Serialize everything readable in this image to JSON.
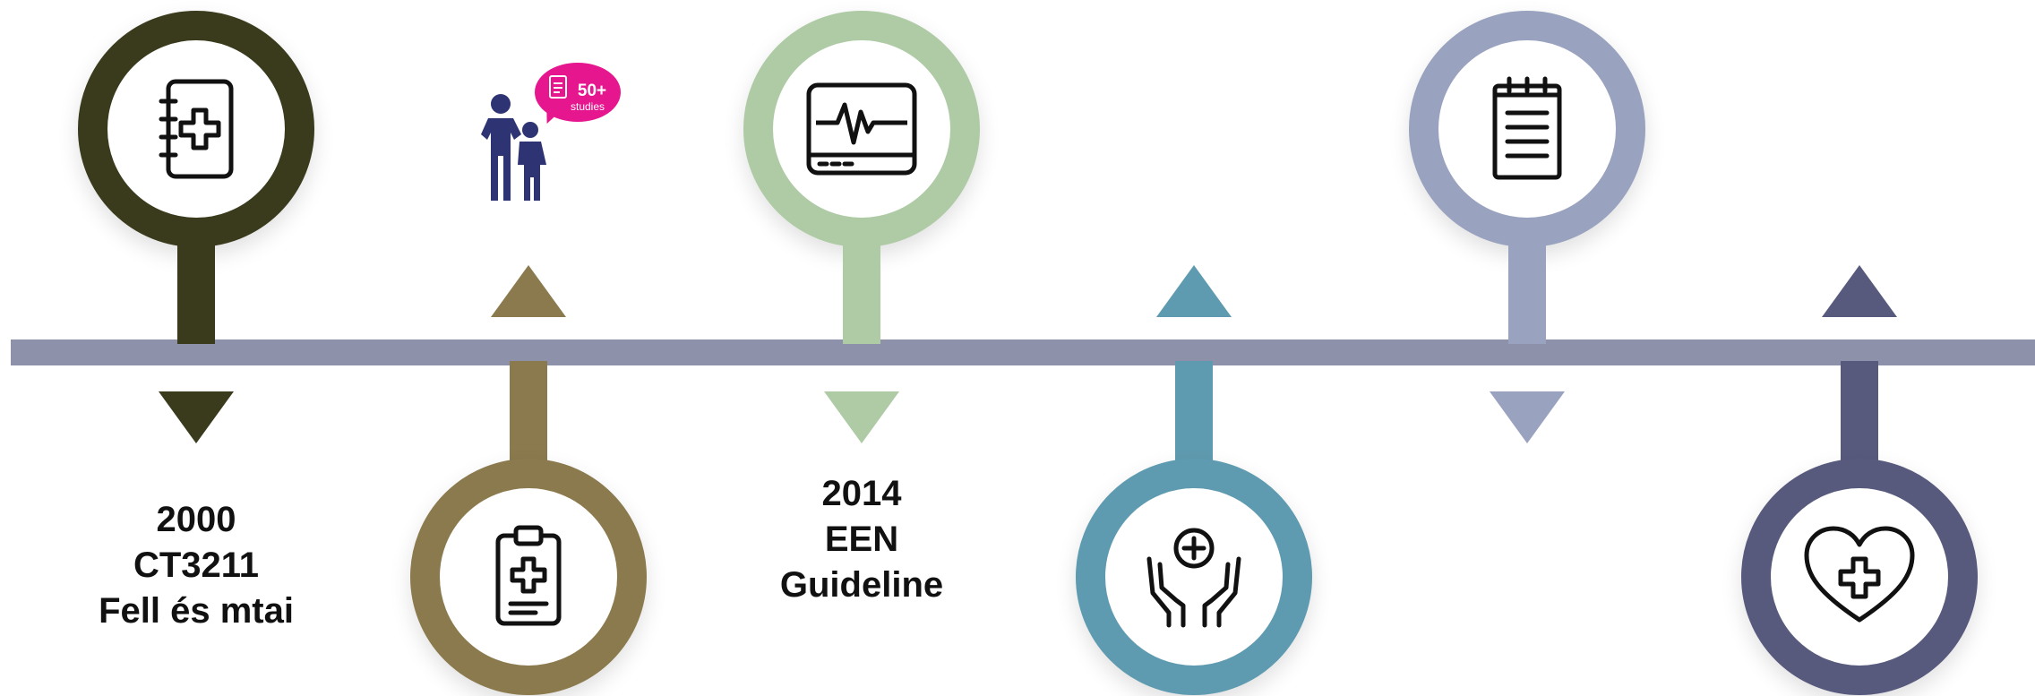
{
  "timeline": {
    "axis_color": "#8E91AA",
    "milestones": [
      {
        "id": 1,
        "position": "top",
        "color": "#3A3A1C",
        "icon": "medical-notebook-icon"
      },
      {
        "id": 2,
        "position": "bottom",
        "color": "#8B7A4E",
        "icon": "medical-clipboard-icon"
      },
      {
        "id": 3,
        "position": "top",
        "color": "#AFCBA6",
        "icon": "heart-monitor-icon"
      },
      {
        "id": 4,
        "position": "bottom",
        "color": "#5F9BB0",
        "icon": "caring-hands-icon"
      },
      {
        "id": 5,
        "position": "top",
        "color": "#99A2BF",
        "icon": "notepad-icon"
      },
      {
        "id": 6,
        "position": "bottom",
        "color": "#585A7D",
        "icon": "heart-plus-icon"
      }
    ],
    "labels": {
      "m1": [
        "2000",
        "CT3211",
        "Fell és mtai"
      ],
      "m3": [
        "2014",
        "EEN",
        "Guideline"
      ]
    }
  },
  "studies_badge": {
    "count": "50+",
    "text": "studies",
    "color": "#E6168F",
    "figure_color": "#2E3473",
    "icons": [
      "parent-child-icon",
      "document-icon"
    ]
  }
}
